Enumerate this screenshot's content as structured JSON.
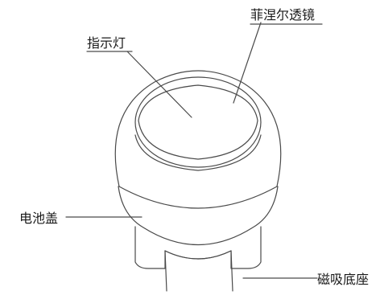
{
  "diagram": {
    "callouts": {
      "fresnel_lens": "菲涅尔透镜",
      "indicator_light": "指示灯",
      "battery_cover": "电池盖",
      "magnetic_base": "磁吸底座"
    },
    "colors": {
      "line": "#4a4a4a",
      "text": "#1a1a1a",
      "background": "#ffffff"
    }
  }
}
